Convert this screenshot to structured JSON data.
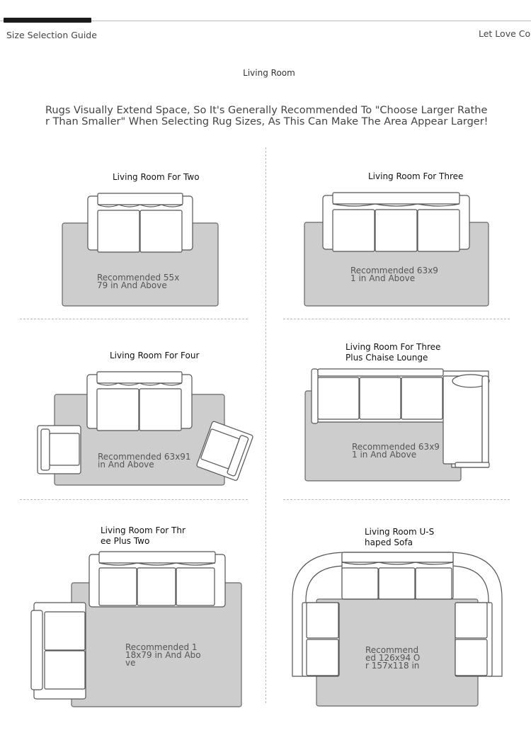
{
  "header": {
    "guide_title": "Size Selection Guide",
    "brand": "Let Love Com"
  },
  "section": {
    "title": "Living Room",
    "intro": "Rugs Visually Extend Space, So It's Generally Recommended To \"Choose Larger Rather Than Smaller\" When Selecting Rug Sizes, As This Can Make The Area Appear Larger!"
  },
  "layouts": [
    {
      "title": "Living Room For Two",
      "recommendation": "Recommended 55x79 in And Above"
    },
    {
      "title": "Living Room For Three",
      "recommendation": "Recommended 63x91 in And Above"
    },
    {
      "title": "Living Room For Four",
      "recommendation": "Recommended 63x91 in And Above"
    },
    {
      "title": "Living Room For Three Plus Chaise Lounge",
      "recommendation": "Recommended 63x91 in And Above"
    },
    {
      "title": "Living Room For Three Plus Two",
      "recommendation": "Recommended 118x79 in And Above"
    },
    {
      "title": "Living Room U-Shaped Sofa",
      "recommendation": "Recommended 126x94 Or 157x118 in"
    }
  ],
  "colors": {
    "rug": "#cdcdcd",
    "outline": "#555555",
    "divider": "#b8b8b8"
  }
}
